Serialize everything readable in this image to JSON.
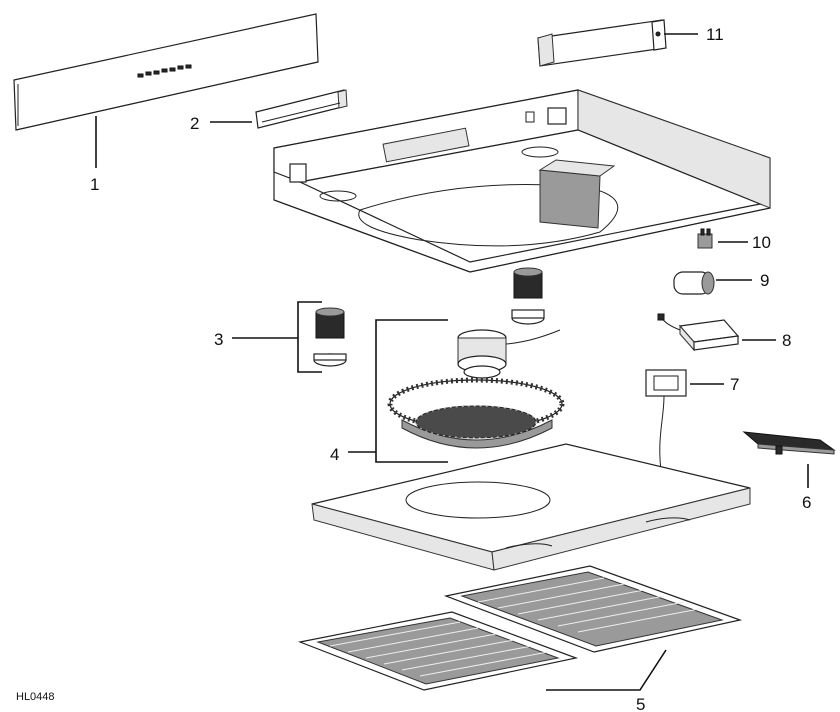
{
  "diagram": {
    "figure_code": "HL0448",
    "callouts": [
      {
        "id": "1",
        "label": "1"
      },
      {
        "id": "2",
        "label": "2"
      },
      {
        "id": "3",
        "label": "3"
      },
      {
        "id": "4",
        "label": "4"
      },
      {
        "id": "5",
        "label": "5"
      },
      {
        "id": "6",
        "label": "6"
      },
      {
        "id": "7",
        "label": "7"
      },
      {
        "id": "8",
        "label": "8"
      },
      {
        "id": "9",
        "label": "9"
      },
      {
        "id": "10",
        "label": "10"
      },
      {
        "id": "11",
        "label": "11"
      }
    ]
  }
}
